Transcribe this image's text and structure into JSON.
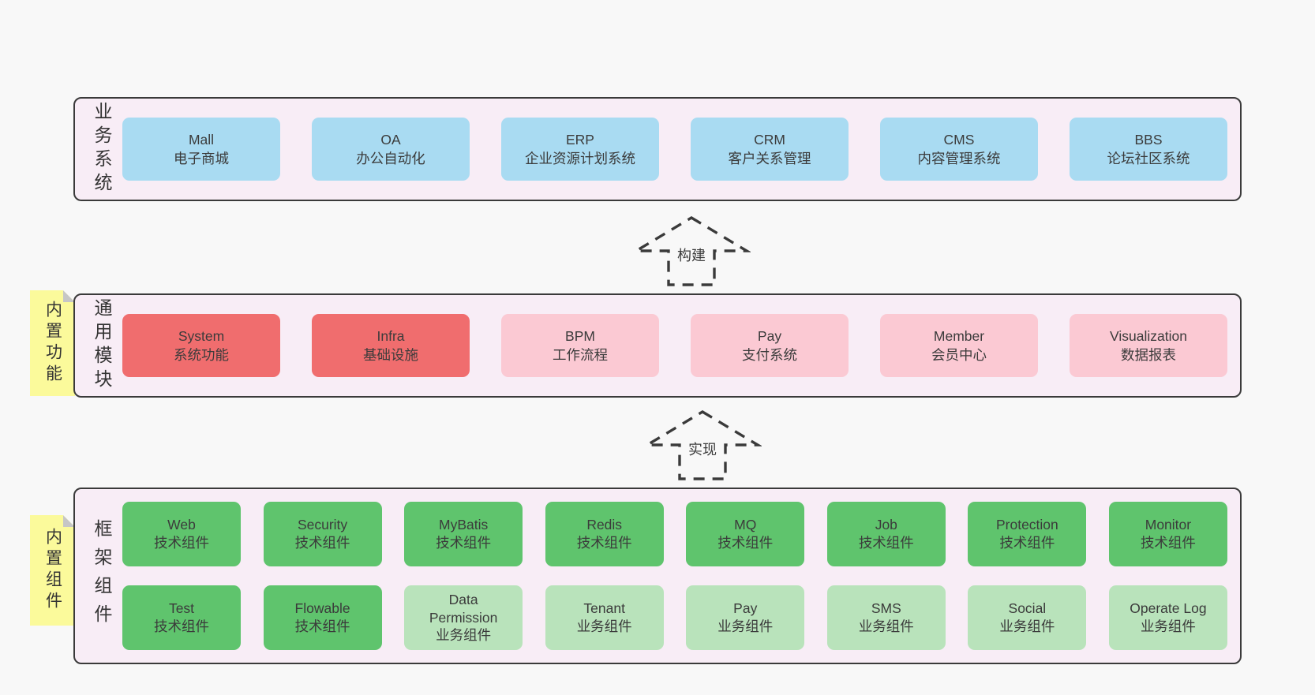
{
  "arrows": {
    "build": "构建",
    "implement": "实现"
  },
  "colors": {
    "page_bg": "#f8f8f8",
    "panel_bg": "#f8edf6",
    "panel_border": "#3a3a3a",
    "blue_box": "#a9dbf2",
    "red_box": "#f06d6e",
    "pink_box": "#fbc9d3",
    "green_box": "#5fc46d",
    "lightgreen_box": "#b9e3bb",
    "note_yellow": "#fbfa9b",
    "note_fold": "#c6c6c6",
    "text": "#3b3b3b"
  },
  "sections": {
    "business": {
      "panel_label": "业务系统",
      "boxes": [
        {
          "en": "Mall",
          "zh": "电子商城"
        },
        {
          "en": "OA",
          "zh": "办公自动化"
        },
        {
          "en": "ERP",
          "zh": "企业资源计划系统"
        },
        {
          "en": "CRM",
          "zh": "客户关系管理"
        },
        {
          "en": "CMS",
          "zh": "内容管理系统"
        },
        {
          "en": "BBS",
          "zh": "论坛社区系统"
        }
      ]
    },
    "modules": {
      "side_note": "内置功能",
      "panel_label": "通用模块",
      "boxes": [
        {
          "en": "System",
          "zh": "系统功能",
          "variant": "red"
        },
        {
          "en": "Infra",
          "zh": "基础设施",
          "variant": "red"
        },
        {
          "en": "BPM",
          "zh": "工作流程",
          "variant": "pink"
        },
        {
          "en": "Pay",
          "zh": "支付系统",
          "variant": "pink"
        },
        {
          "en": "Member",
          "zh": "会员中心",
          "variant": "pink"
        },
        {
          "en": "Visualization",
          "zh": "数据报表",
          "variant": "pink"
        }
      ]
    },
    "components": {
      "side_note": "内置组件",
      "panel_label": "框架组件",
      "row1": [
        {
          "en": "Web",
          "zh": "技术组件",
          "variant": "green"
        },
        {
          "en": "Security",
          "zh": "技术组件",
          "variant": "green"
        },
        {
          "en": "MyBatis",
          "zh": "技术组件",
          "variant": "green"
        },
        {
          "en": "Redis",
          "zh": "技术组件",
          "variant": "green"
        },
        {
          "en": "MQ",
          "zh": "技术组件",
          "variant": "green"
        },
        {
          "en": "Job",
          "zh": "技术组件",
          "variant": "green"
        },
        {
          "en": "Protection",
          "zh": "技术组件",
          "variant": "green"
        },
        {
          "en": "Monitor",
          "zh": "技术组件",
          "variant": "green"
        }
      ],
      "row2": [
        {
          "en": "Test",
          "zh": "技术组件",
          "variant": "green"
        },
        {
          "en": "Flowable",
          "zh": "技术组件",
          "variant": "green"
        },
        {
          "en": "Data Permission",
          "zh": "业务组件",
          "variant": "lightgreen"
        },
        {
          "en": "Tenant",
          "zh": "业务组件",
          "variant": "lightgreen"
        },
        {
          "en": "Pay",
          "zh": "业务组件",
          "variant": "lightgreen"
        },
        {
          "en": "SMS",
          "zh": "业务组件",
          "variant": "lightgreen"
        },
        {
          "en": "Social",
          "zh": "业务组件",
          "variant": "lightgreen"
        },
        {
          "en": "Operate Log",
          "zh": "业务组件",
          "variant": "lightgreen"
        }
      ]
    }
  }
}
